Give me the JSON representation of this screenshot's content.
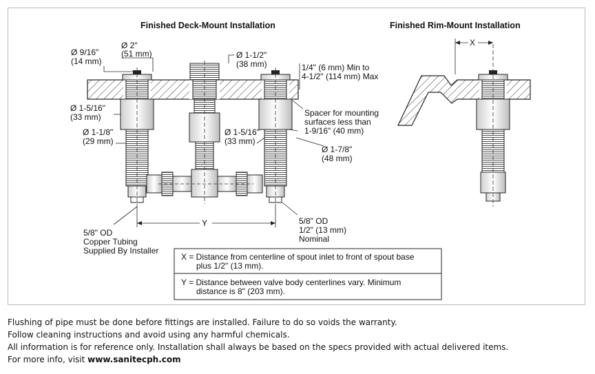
{
  "titles": {
    "deck": "Finished Deck-Mount Installation",
    "rim": "Finished Rim-Mount Installation"
  },
  "dimensions": {
    "d_9_16_a": "Ø 9/16\"",
    "d_9_16_b": "(14 mm)",
    "d_2_a": "Ø 2\"",
    "d_2_b": "(51 mm)",
    "d_1_1_2_a": "Ø 1-1/2\"",
    "d_1_1_2_b": "(38 mm)",
    "deck_a": "1/4\" (6 mm) Min to",
    "deck_b": "4-1/2\" (114 mm) Max",
    "d_1_5_16_left_a": "Ø 1-5/16\"",
    "d_1_5_16_left_b": "(33 mm)",
    "d_1_1_8_a": "Ø 1-1/8\"",
    "d_1_1_8_b": "(29 mm)",
    "spacer_a": "Spacer for mounting",
    "spacer_b": "surfaces less than",
    "spacer_c": "1-9/16\" (40 mm)",
    "d_1_5_16_mid_a": "Ø 1-5/16\"",
    "d_1_5_16_mid_b": "(33 mm)",
    "d_1_7_8_a": "Ø 1-7/8\"",
    "d_1_7_8_b": "(48 mm)",
    "tube_a": "5/8\" OD",
    "tube_b": "Copper Tubing",
    "tube_c": "Supplied By Installer",
    "od_a": "5/8\" OD",
    "od_b": "1/2\" (13 mm)",
    "od_c": "Nominal",
    "x_mark": "X",
    "y_mark": "Y"
  },
  "legend": {
    "x_line1": "X = Distance from centerline of spout  inlet to front of spout base",
    "x_line2": "plus 1/2\" (13 mm).",
    "y_line1": "Y = Distance between valve body centerlines vary. Minimum",
    "y_line2": "distance is 8\" (203 mm)."
  },
  "notes": {
    "line1": "Flushing of pipe must be done before fittings are installed. Failure to do so voids the warranty.",
    "line2": "Follow cleaning instructions and avoid using any harmful chemicals.",
    "line3": "All information is for reference only. Installation shall always be based on the specs provided with actual delivered items.",
    "line4_prefix": "For more info, visit ",
    "line4_link": "www.sanitecph.com"
  }
}
